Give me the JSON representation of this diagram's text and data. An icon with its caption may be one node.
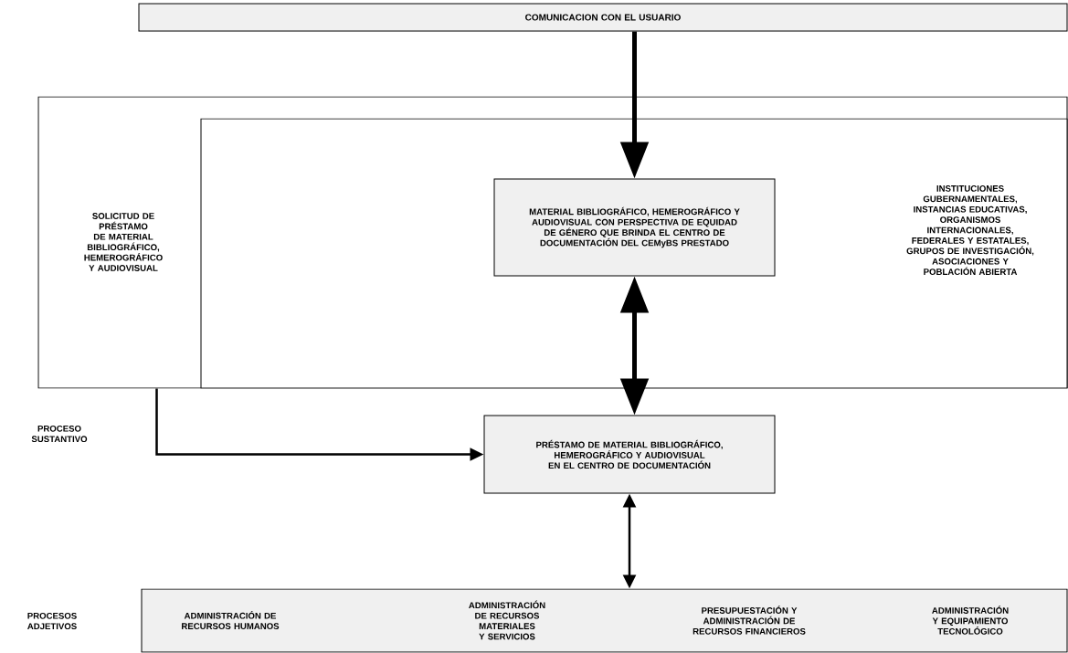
{
  "diagram": {
    "nodes": [
      {
        "text": [
          "COMUNICACION CON EL USUARIO"
        ]
      },
      {
        "text": [
          "SOLICITUD DE PRÉSTAMO DE MATERIAL BIBLIOGRÁFICO, HEMEROGRÁFICO Y AUDIOVISUAL"
        ]
      },
      {
        "text": [
          "INSTITUCIONES GUBERNAMENTALES, INSTANCIAS EDUCATIVAS, ORGANISMOS INTERNACIONALES, FEDERALES Y ESTATALES, GRUPOS DE INVESTIGACIÓN, ASOCIACIONES Y POBLACIÓN ABIERTA"
        ],
        "in": 1
      },
      {
        "text": [
          "MATERIAL BIBLIOGRÁFICO, HEMEROGRÁFICO Y AUDIOVISUAL CON PERSPECTIVA DE EQUIDAD DE GÉNERO QUE BRINDA EL CENTRO DE DOCUMENTACIÓN DEL CEMyBS PRESTADO"
        ],
        "in": 2
      },
      {
        "text": [
          "PRÉSTAMO DE MATERIAL BIBLIOGRÁFICO, HEMEROGRÁFICO Y AUDIOVISUAL EN EL CENTRO DE DOCUMENTACIÓN"
        ]
      },
      {
        "text": [
          "ADMINISTRACIÓN DE RECURSOS HUMANOS",
          "ADMINISTRACIÓN DE RECURSOS MATERIALES Y SERVICIOS",
          "PRESUPUESTACIÓN Y ADMINISTRACIÓN DE RECURSOS FINANCIEROS",
          "ADMINISTRACIÓN Y EQUIPAMIENTO TECNOLÓGICO"
        ]
      }
    ],
    "edges": [
      {
        "from": 0,
        "to": 3,
        "arrow": "to",
        "style": "thick"
      },
      {
        "from": 3,
        "to": 4,
        "arrow": "both",
        "style": "thick"
      },
      {
        "from": 1,
        "to": 4,
        "arrow": "to"
      },
      {
        "from": 4,
        "to": 5,
        "arrow": "both"
      }
    ],
    "labels": [
      "PROCESO SUSTANTIVO",
      "PROCESOS ADJETIVOS"
    ]
  }
}
